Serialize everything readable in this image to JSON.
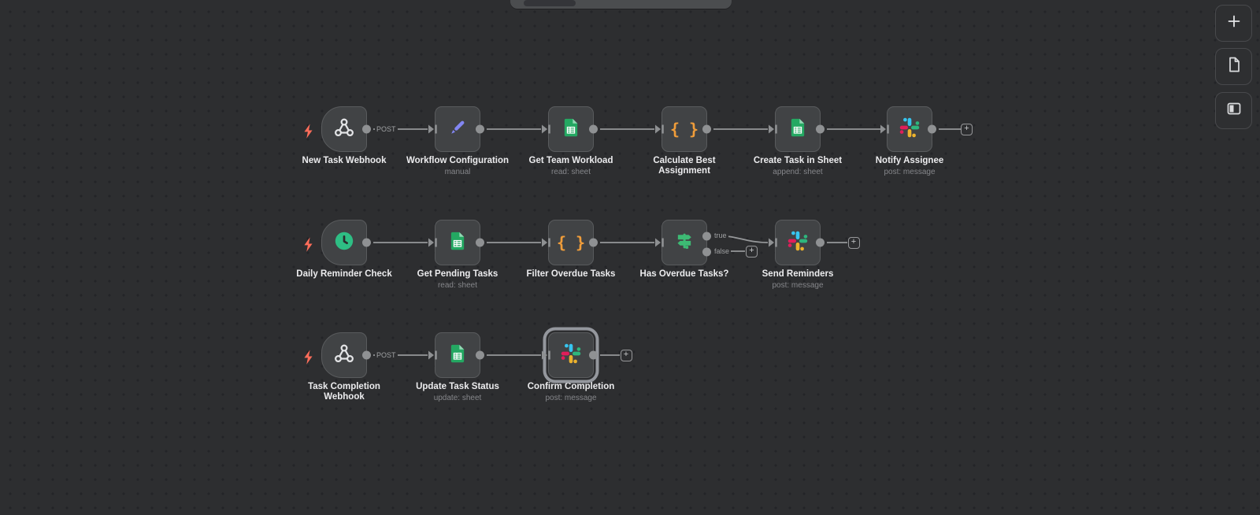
{
  "selected_node": "Confirm Completion",
  "connection_labels": {
    "post": "POST",
    "true": "true",
    "false": "false"
  },
  "glyphs": {
    "plus": "+",
    "braces": "{ }"
  },
  "side_toolbar": {
    "buttons": [
      {
        "id": "add-node",
        "icon": "plus-icon"
      },
      {
        "id": "add-sticky-note",
        "icon": "file-icon"
      },
      {
        "id": "toggle-panel",
        "icon": "split-panel-icon"
      }
    ]
  },
  "colors": {
    "canvas_bg": "#2d2e30",
    "node_bg": "#414345",
    "trigger_bolt_orange": "#ff6d5a",
    "sheets_green": "#24a862",
    "pencil_purple": "#8286f2",
    "code_orange": "#f09d3a",
    "if_green": "#3dba74",
    "clock_green": "#2ebe84",
    "slack_blue": "#36C5F0",
    "slack_green": "#2EB67D",
    "slack_yellow": "#ECB22D",
    "slack_red": "#E01E5A"
  },
  "workflow": {
    "rows": [
      {
        "nodes": [
          {
            "title": "New Task Webhook",
            "subtitle": "",
            "icon": "webhook-icon",
            "trigger": true
          },
          {
            "title": "Workflow Configuration",
            "subtitle": "manual",
            "icon": "pencil-icon"
          },
          {
            "title": "Get Team Workload",
            "subtitle": "read: sheet",
            "icon": "google-sheets-icon"
          },
          {
            "title": "Calculate Best Assignment",
            "subtitle": "",
            "icon": "code-braces-icon"
          },
          {
            "title": "Create Task in Sheet",
            "subtitle": "append: sheet",
            "icon": "google-sheets-icon"
          },
          {
            "title": "Notify Assignee",
            "subtitle": "post: message",
            "icon": "slack-icon"
          }
        ]
      },
      {
        "nodes": [
          {
            "title": "Daily Reminder Check",
            "subtitle": "",
            "icon": "clock-icon",
            "trigger": true
          },
          {
            "title": "Get Pending Tasks",
            "subtitle": "read: sheet",
            "icon": "google-sheets-icon"
          },
          {
            "title": "Filter Overdue Tasks",
            "subtitle": "",
            "icon": "code-braces-icon"
          },
          {
            "title": "Has Overdue Tasks?",
            "subtitle": "",
            "icon": "switch-icon"
          },
          {
            "title": "Send Reminders",
            "subtitle": "post: message",
            "icon": "slack-icon"
          }
        ]
      },
      {
        "nodes": [
          {
            "title": "Task Completion Webhook",
            "subtitle": "",
            "icon": "webhook-icon",
            "trigger": true
          },
          {
            "title": "Update Task Status",
            "subtitle": "update: sheet",
            "icon": "google-sheets-icon"
          },
          {
            "title": "Confirm Completion",
            "subtitle": "post: message",
            "icon": "slack-icon",
            "selected": true
          }
        ]
      }
    ]
  }
}
